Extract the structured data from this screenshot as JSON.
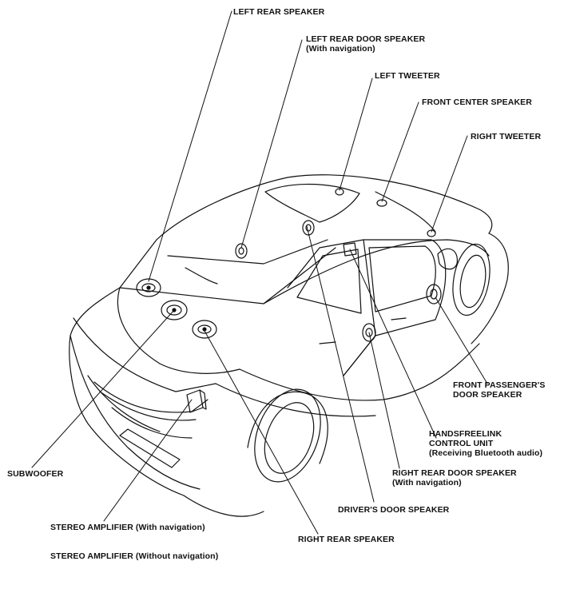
{
  "labels": {
    "left_rear_speaker": "LEFT REAR SPEAKER",
    "left_rear_door_speaker": "LEFT REAR DOOR SPEAKER",
    "left_rear_door_speaker_note": "(With navigation)",
    "left_tweeter": "LEFT TWEETER",
    "front_center_speaker": "FRONT CENTER SPEAKER",
    "right_tweeter": "RIGHT TWEETER",
    "front_passenger_door_speaker_1": "FRONT PASSENGER'S",
    "front_passenger_door_speaker_2": "DOOR SPEAKER",
    "handsfreelink_1": "HANDSFREELINK",
    "handsfreelink_2": "CONTROL UNIT",
    "handsfreelink_note": "(Receiving Bluetooth audio)",
    "right_rear_door_speaker": "RIGHT REAR DOOR SPEAKER",
    "right_rear_door_speaker_note": "(With navigation)",
    "drivers_door_speaker": "DRIVER'S DOOR SPEAKER",
    "subwoofer": "SUBWOOFER",
    "stereo_amp_nav": "STEREO AMPLIFIER (With navigation)",
    "right_rear_speaker": "RIGHT REAR SPEAKER",
    "stereo_amp_no_nav": "STEREO AMPLIFIER (Without navigation)"
  },
  "colors": {
    "ink": "#111111",
    "background": "#ffffff"
  }
}
